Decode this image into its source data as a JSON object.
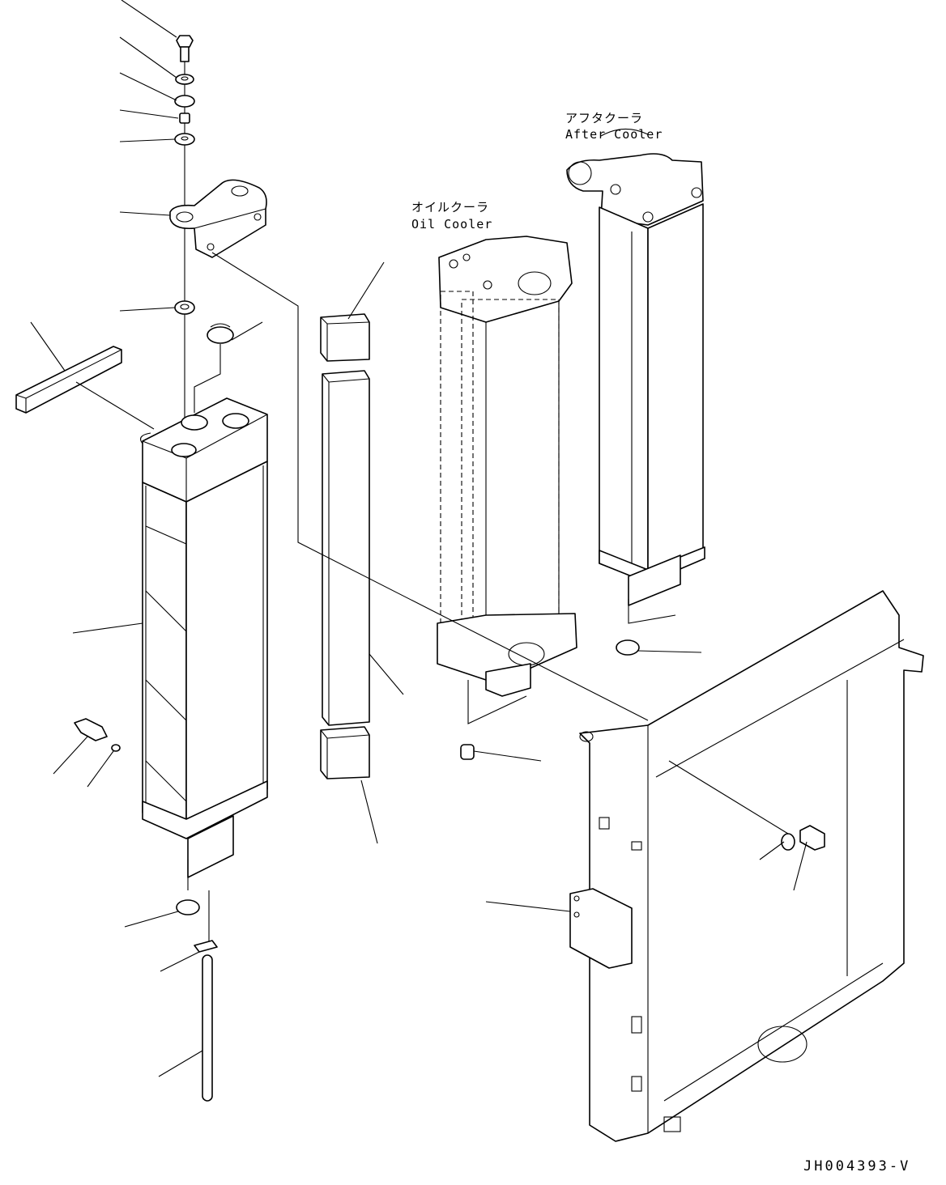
{
  "labels": {
    "after_cooler_jp": "アフタクーラ",
    "after_cooler_en": "After Cooler",
    "oil_cooler_jp": "オイルクーラ",
    "oil_cooler_en": "Oil Cooler"
  },
  "drawing_code": "JH004393-V"
}
